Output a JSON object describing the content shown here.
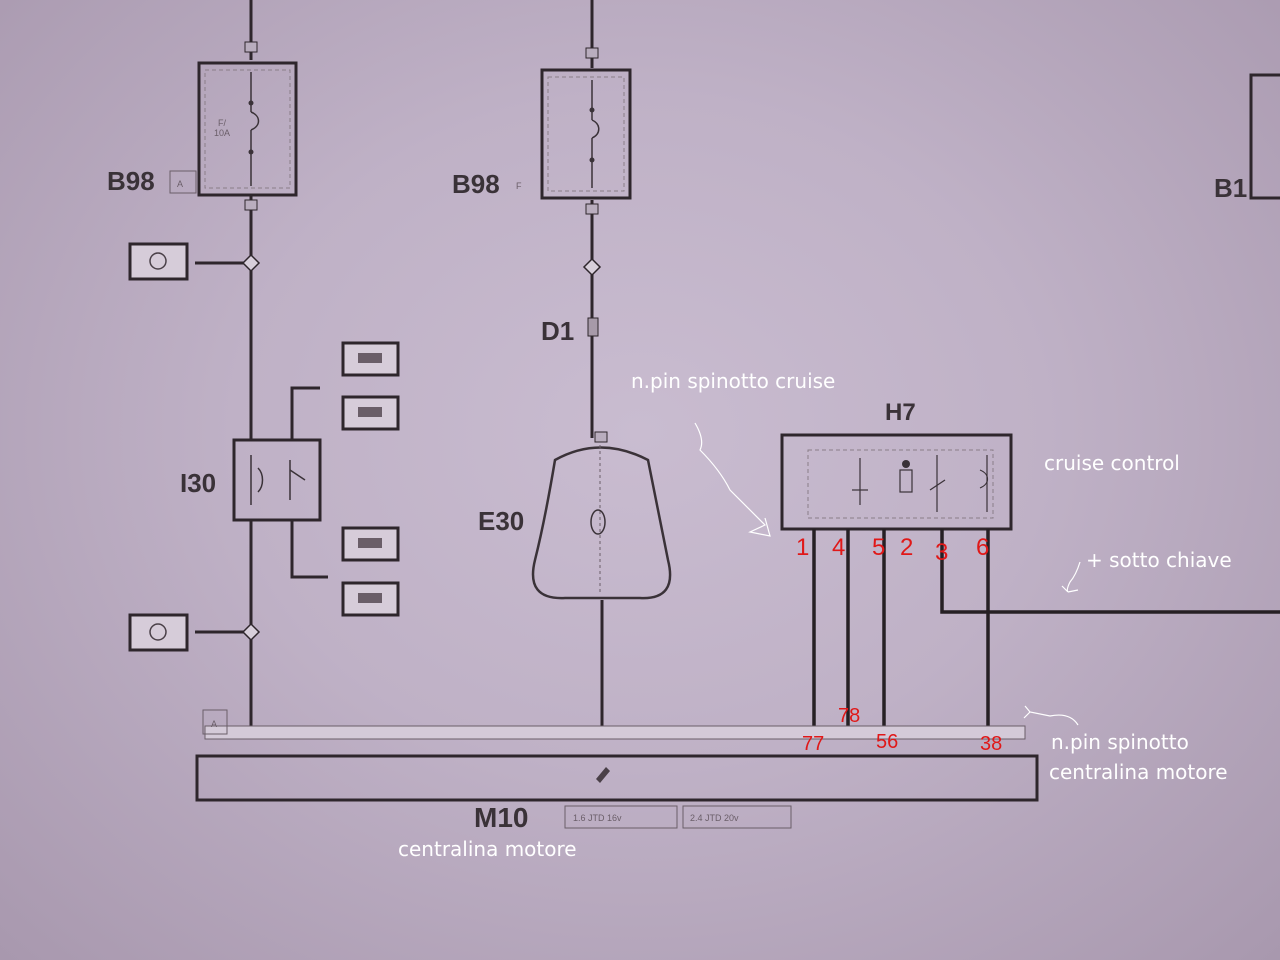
{
  "components": {
    "b98_left": {
      "label": "B98",
      "tag": "A"
    },
    "b98_right": {
      "label": "B98",
      "tag": "F"
    },
    "b1": {
      "label": "B1"
    },
    "d1": {
      "label": "D1"
    },
    "i30": {
      "label": "I30"
    },
    "e30": {
      "label": "E30"
    },
    "h7": {
      "label": "H7"
    },
    "m10": {
      "label": "M10",
      "variants": [
        "1.6 JTD 16v",
        "2.4 JTD 20v"
      ],
      "connector_tag": "A"
    }
  },
  "cruise_pins": [
    "1",
    "4",
    "5",
    "2",
    "3",
    "6"
  ],
  "ecu_pins": [
    "77",
    "78",
    "56",
    "38"
  ],
  "annotations": {
    "cruise_pin_note": "n.pin spinotto cruise",
    "cruise_control": "cruise control",
    "ignition_feed": "+ sotto chiave",
    "ecu_pin_note_1": "n.pin spinotto",
    "ecu_pin_note_2": "centralina motore",
    "ecu_name": "centralina motore"
  },
  "colors": {
    "wire": "#2e262c",
    "annotation_red": "#e01818",
    "annotation_white": "#ffffff"
  }
}
